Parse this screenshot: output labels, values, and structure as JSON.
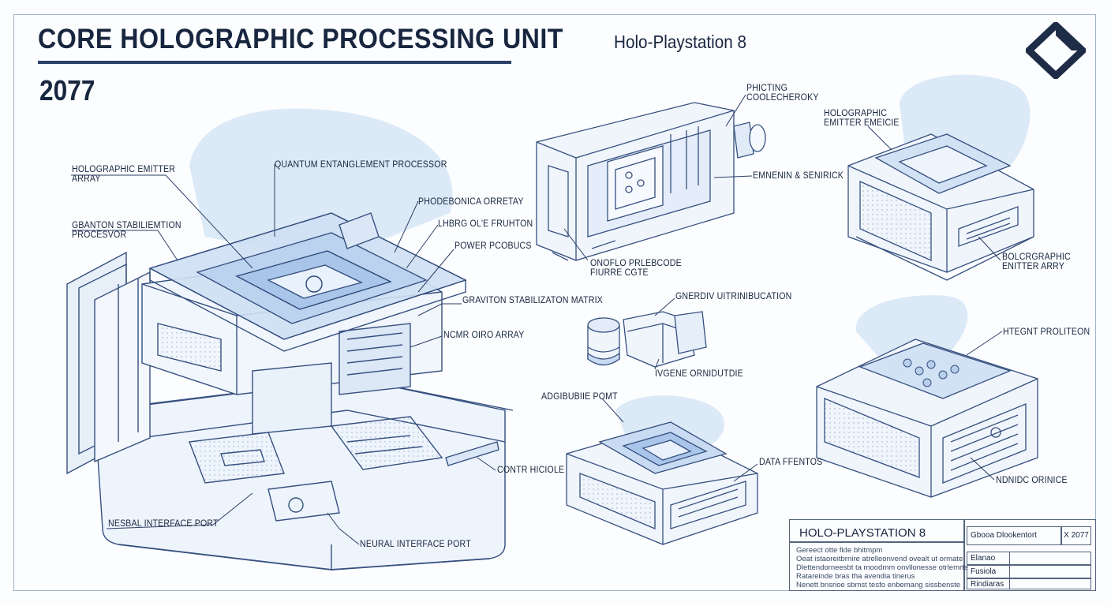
{
  "header": {
    "title": "CORE HOLOGRAPHIC PROCESSING UNIT",
    "year": "2077",
    "subtitle": "Holo-Playstation 8"
  },
  "icons": {
    "logo": "diamond-logo-icon"
  },
  "colors": {
    "ink": "#1b2a44",
    "line": "#3e5a8c",
    "haze": "#cfe0f5",
    "accent": "#2a3f66"
  },
  "callouts": {
    "main": {
      "emitter_array": [
        "HOLOGRAPHIC EMITTER",
        "ARRAY"
      ],
      "quantum_processor": "QUANTUM ENTANGLEMENT PROCESSOR",
      "graviton_processor": [
        "GBANTON STABILIEMTION",
        "PROCESVOR"
      ],
      "emitter_array_2": "PHODEBONICA ORRETAY",
      "fusion": "LHBRG OL'E FRUHTON",
      "power": "POWER PCOBUCS",
      "graviton_matrix": "GRAVITON STABILIZATON MATRIX",
      "ocr_array": "NCMR OIRO ARRAY",
      "control_module": "CONTR HICIOLE",
      "neural_port_1": "NESBAL INTERFACE PORT",
      "neural_port_2": "NEURAL INTERFACE PORT"
    },
    "top_center": {
      "primary": [
        "PHICTING",
        "COOLECHEROKY"
      ],
      "emitter": "EMNENIN & SENIRICK",
      "bottom": [
        "ONOFLO PRLEBCODE",
        "FIURRE CGTE"
      ]
    },
    "top_right": {
      "emitter_top": [
        "HOLOGRAPHIC",
        "EMITTER EMEICIE"
      ],
      "emitter_bottom": [
        "BOLCRGRAPHIC",
        "ENITTER ARRY"
      ]
    },
    "middle": {
      "energy": "GNERDIV UITRINIBUCATION",
      "sensor": "IVGENE ORNIDUTDIE"
    },
    "bottom_center": {
      "port": "ADGIBUBIIE POMT",
      "data": "DATA FFENTOS"
    },
    "bottom_right": {
      "projection": "HTEGNT PROLITEON",
      "module": "NDNIDC ORINICE"
    }
  },
  "title_block": {
    "name": "HOLO-PLAYSTATION 8",
    "notes": [
      "Gereect otte fide bhitmpm",
      "Oeat istaoreitbrnire atrelleonvend ovealt ut ormate",
      "Dlettendorneesbt ta moodmm onvllonesse otrlemrte",
      "Ratareinde bras tha avendia tinerus",
      "Nenett bnsrioe sbmst tesfo enbemang sissbenste"
    ],
    "doc_label": "Gbooa Dlookentort",
    "doc_mark": "X",
    "doc_year": "2077",
    "rows": [
      "Elanao",
      "Fusiola",
      "Rindiaras"
    ]
  }
}
